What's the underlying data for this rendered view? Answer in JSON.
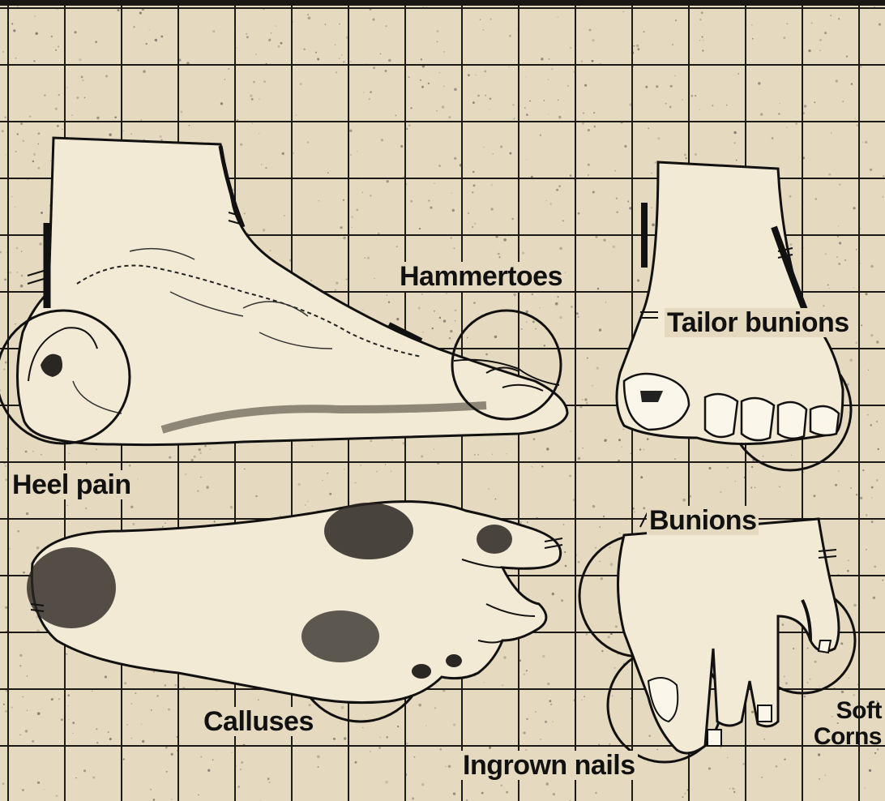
{
  "figure": {
    "labels": {
      "hammertoes": "Hammertoes",
      "tailor_bunions": "Tailor bunions",
      "heel_pain": "Heel pain",
      "bunions": "Bunions",
      "calluses": "Calluses",
      "ingrown_nails": "Ingrown nails",
      "soft_corns_line1": "Soft",
      "soft_corns_line2": "Corns"
    }
  },
  "colors": {
    "paper": "#e5d9c0",
    "ink": "#1a1814",
    "foot_fill": "#f3ead6"
  }
}
